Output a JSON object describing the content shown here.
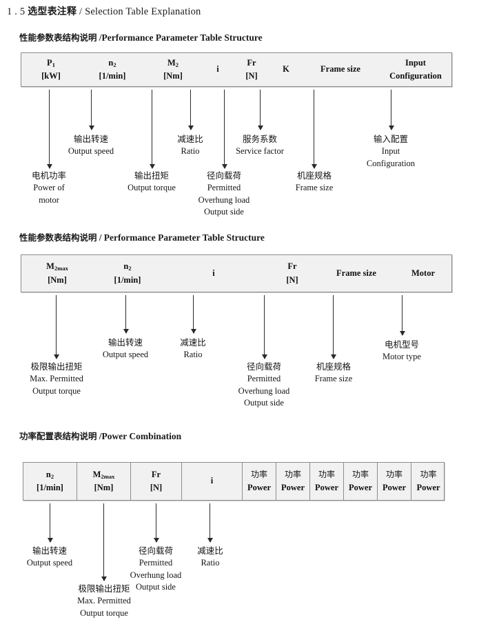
{
  "document": {
    "title_number": "1 . 5",
    "title_cn": "选型表注释",
    "title_sep": "/",
    "title_en": "Selection Table Explanation"
  },
  "sections": [
    {
      "id": "performance-parameter-1",
      "heading_cn": "性能参数表结构说明",
      "heading_sep": "/",
      "heading_en": "Performance Parameter Table Structure",
      "table": {
        "gridded": false,
        "columns": [
          {
            "symbol": "P",
            "sub": "1",
            "unit": "[kW]",
            "plain": ""
          },
          {
            "symbol": "n",
            "sub": "2",
            "unit": "[1/min]",
            "plain": ""
          },
          {
            "symbol": "M",
            "sub": "2",
            "unit": "[Nm]",
            "plain": ""
          },
          {
            "symbol": "",
            "sub": "",
            "unit": "",
            "plain": "i"
          },
          {
            "symbol": "Fr",
            "sub": "",
            "unit": "[N]",
            "plain": ""
          },
          {
            "symbol": "",
            "sub": "",
            "unit": "",
            "plain": "K"
          },
          {
            "symbol": "",
            "sub": "",
            "unit": "",
            "plain": "Frame size"
          },
          {
            "symbol": "Input",
            "sub": "",
            "unit": "Configuration",
            "plain": ""
          }
        ]
      },
      "annotations": [
        {
          "cn": "电机功率",
          "en": [
            "Power of",
            "motor"
          ]
        },
        {
          "cn": "输出转速",
          "en": [
            "Output speed"
          ]
        },
        {
          "cn": "输出扭矩",
          "en": [
            "Output torque"
          ]
        },
        {
          "cn": "减速比",
          "en": [
            "Ratio"
          ]
        },
        {
          "cn": "径向载荷",
          "en": [
            "Permitted",
            "Overhung load",
            "Output side"
          ]
        },
        {
          "cn": "服务系数",
          "en": [
            "Service factor"
          ]
        },
        {
          "cn": "机座规格",
          "en": [
            "Frame size"
          ]
        },
        {
          "cn": "输入配置",
          "en": [
            "Input",
            "Configuration"
          ]
        }
      ]
    },
    {
      "id": "performance-parameter-2",
      "heading_cn": "性能参数表结构说明",
      "heading_sep": "/",
      "heading_en": "Performance Parameter Table Structure",
      "table": {
        "gridded": false,
        "columns": [
          {
            "symbol": "M",
            "sub": "2max",
            "unit": "[Nm]",
            "plain": ""
          },
          {
            "symbol": "n",
            "sub": "2",
            "unit": "[1/min]",
            "plain": ""
          },
          {
            "symbol": "",
            "sub": "",
            "unit": "",
            "plain": "i"
          },
          {
            "symbol": "Fr",
            "sub": "",
            "unit": "[N]",
            "plain": ""
          },
          {
            "symbol": "",
            "sub": "",
            "unit": "",
            "plain": "Frame size"
          },
          {
            "symbol": "",
            "sub": "",
            "unit": "",
            "plain": "Motor"
          }
        ]
      },
      "annotations": [
        {
          "cn": "极限输出扭矩",
          "en": [
            "Max. Permitted",
            "Output  torque"
          ]
        },
        {
          "cn": "输出转速",
          "en": [
            "Output speed"
          ]
        },
        {
          "cn": "减速比",
          "en": [
            "Ratio"
          ]
        },
        {
          "cn": "径向载荷",
          "en": [
            "Permitted",
            "Overhung load",
            "Output side"
          ]
        },
        {
          "cn": "机座规格",
          "en": [
            "Frame size"
          ]
        },
        {
          "cn": "电机型号",
          "en": [
            "Motor type"
          ]
        }
      ]
    },
    {
      "id": "power-combination",
      "heading_cn": "功率配置表结构说明",
      "heading_sep": "/",
      "heading_en": "Power Combination",
      "table": {
        "gridded": true,
        "columns": [
          {
            "symbol": "n",
            "sub": "2",
            "unit": "[1/min]",
            "plain": ""
          },
          {
            "symbol": "M",
            "sub": "2max",
            "unit": "[Nm]",
            "plain": ""
          },
          {
            "symbol": "Fr",
            "sub": "",
            "unit": "[N]",
            "plain": ""
          },
          {
            "symbol": "",
            "sub": "",
            "unit": "",
            "plain": "i"
          },
          {
            "symbol_cn": "功率",
            "sub": "",
            "unit": "Power",
            "plain": ""
          },
          {
            "symbol_cn": "功率",
            "sub": "",
            "unit": "Power",
            "plain": ""
          },
          {
            "symbol_cn": "功率",
            "sub": "",
            "unit": "Power",
            "plain": ""
          },
          {
            "symbol_cn": "功率",
            "sub": "",
            "unit": "Power",
            "plain": ""
          },
          {
            "symbol_cn": "功率",
            "sub": "",
            "unit": "Power",
            "plain": ""
          },
          {
            "symbol_cn": "功率",
            "sub": "",
            "unit": "Power",
            "plain": ""
          }
        ]
      },
      "annotations": [
        {
          "cn": "输出转速",
          "en": [
            "Output speed"
          ]
        },
        {
          "cn": "极限输出扭矩",
          "en": [
            "Max. Permitted",
            "Output  torque"
          ]
        },
        {
          "cn": "径向载荷",
          "en": [
            "Permitted",
            "Overhung load",
            "Output side"
          ]
        },
        {
          "cn": "减速比",
          "en": [
            "Ratio"
          ]
        }
      ]
    }
  ]
}
